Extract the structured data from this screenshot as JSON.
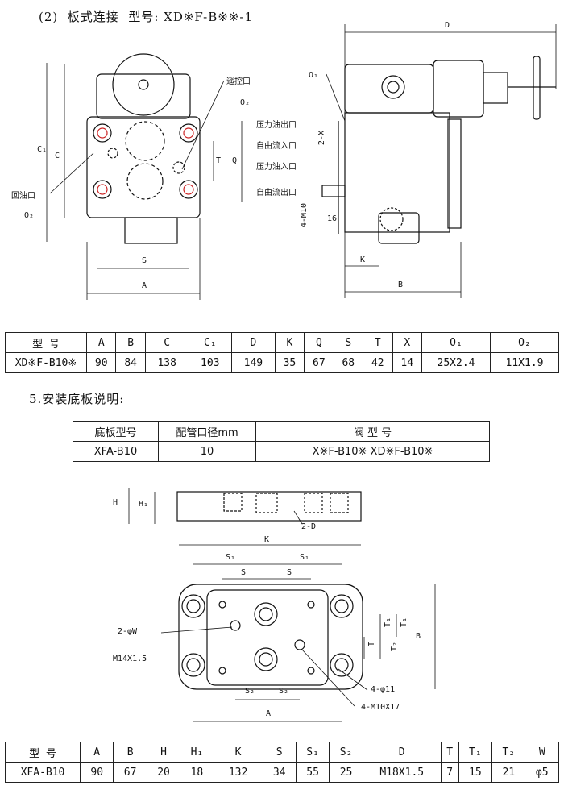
{
  "section2": {
    "title": "(2)  板式连接  型号: XD※F-B※※-1"
  },
  "drawing1": {
    "labels": {
      "remote_port": "遥控口",
      "return_port": "回油口",
      "pressure_out": "压力油出口",
      "free_out_1": "自由流入口",
      "pressure_in": "压力油入口",
      "free_out_2": "自由流出口"
    },
    "dims": {
      "O1": "O₁",
      "O2": "O₂",
      "O2b": "O₂",
      "C": "C",
      "C1": "C₁",
      "T": "T",
      "Q": "Q",
      "S": "S",
      "A": "A",
      "D": "D",
      "K": "K",
      "B": "B",
      "twoX": "2-X",
      "fourM10": "4-M10",
      "sixteen": "16"
    }
  },
  "table1": {
    "headers": [
      "型  号",
      "A",
      "B",
      "C",
      "C₁",
      "D",
      "K",
      "Q",
      "S",
      "T",
      "X",
      "O₁",
      "O₂"
    ],
    "row": [
      "XD※F-B10※",
      "90",
      "84",
      "138",
      "103",
      "149",
      "35",
      "67",
      "68",
      "42",
      "14",
      "25X2.4",
      "11X1.9"
    ]
  },
  "section5": {
    "title": "5.安装底板说明:"
  },
  "table2": {
    "headers": [
      "底板型号",
      "配管口径mm",
      "阀  型  号"
    ],
    "row": [
      "XFA-B10",
      "10",
      "X※F-B10※   XD※F-B10※"
    ]
  },
  "drawing2": {
    "dims": {
      "H": "H",
      "H1": "H₁",
      "twoD": "2-D",
      "K": "K",
      "S1a": "S₁",
      "S1b": "S₁",
      "Sa": "S",
      "Sb": "S",
      "twoPhiW": "2-φW",
      "M14": "M14X1.5",
      "T1a": "T₁",
      "T1b": "T₁",
      "T2a": "T₂",
      "T": "T",
      "Bdim": "B",
      "S2a": "S₂",
      "S2b": "S₂",
      "A": "A",
      "fourPhi11": "4-φ11",
      "fourM10X17": "4-M10X17"
    }
  },
  "table3": {
    "headers": [
      "型  号",
      "A",
      "B",
      "H",
      "H₁",
      "K",
      "S",
      "S₁",
      "S₂",
      "D",
      "T",
      "T₁",
      "T₂",
      "W"
    ],
    "row": [
      "XFA-B10",
      "90",
      "67",
      "20",
      "18",
      "132",
      "34",
      "55",
      "25",
      "M18X1.5",
      "7",
      "15",
      "21",
      "φ5"
    ]
  }
}
